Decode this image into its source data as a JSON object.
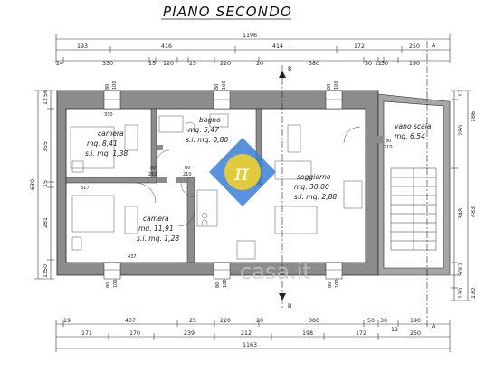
{
  "title": "PIANO SECONDO",
  "top_dims": {
    "row1": [
      "1196"
    ],
    "row2": [
      "193",
      "416",
      "414",
      "172",
      "250"
    ],
    "row3": [
      "24",
      "330",
      "15",
      "120",
      "25",
      "220",
      "20",
      "380",
      "50",
      "12",
      "30",
      "190"
    ]
  },
  "bottom_dims": {
    "row1": [
      "19",
      "437",
      "25",
      "220",
      "20",
      "380",
      "50",
      "30",
      "190"
    ],
    "row_mid": [
      "12"
    ],
    "row2": [
      "171",
      "170",
      "239",
      "212",
      "198",
      "172",
      "250"
    ],
    "row3": [
      "1163"
    ]
  },
  "left_dims": [
    "12",
    "56",
    "355",
    "15",
    "281",
    "50",
    "12",
    "630"
  ],
  "right_dims": [
    "12",
    "186",
    "280",
    "348",
    "483",
    "12",
    "50",
    "130",
    "130"
  ],
  "section_marks": [
    "A",
    "B"
  ],
  "rooms": {
    "camera1": {
      "name": "camera",
      "mq": "mq. 8,41",
      "si": "s.i. mq. 1,38"
    },
    "bagno": {
      "name": "bagno",
      "mq": "mq. 5,47",
      "si": "s.i. mq. 0,80"
    },
    "camera2": {
      "name": "camera",
      "mq": "mq. 11,91",
      "si": "s.i. mq. 1,28"
    },
    "soggiorno": {
      "name": "soggiorno",
      "mq": "mq. 30,00",
      "si": "s.i. mq. 2,88"
    },
    "scala": {
      "name": "vano scala",
      "mq": "mq. 6,54"
    }
  },
  "openings": [
    "80",
    "100",
    "210",
    "230",
    "317",
    "437",
    "330"
  ],
  "watermark": "casa.it",
  "colors": {
    "wall": "#8c8c8c",
    "line": "#222222",
    "blue": "#3b7fd6",
    "yellow": "#f1d02a"
  }
}
